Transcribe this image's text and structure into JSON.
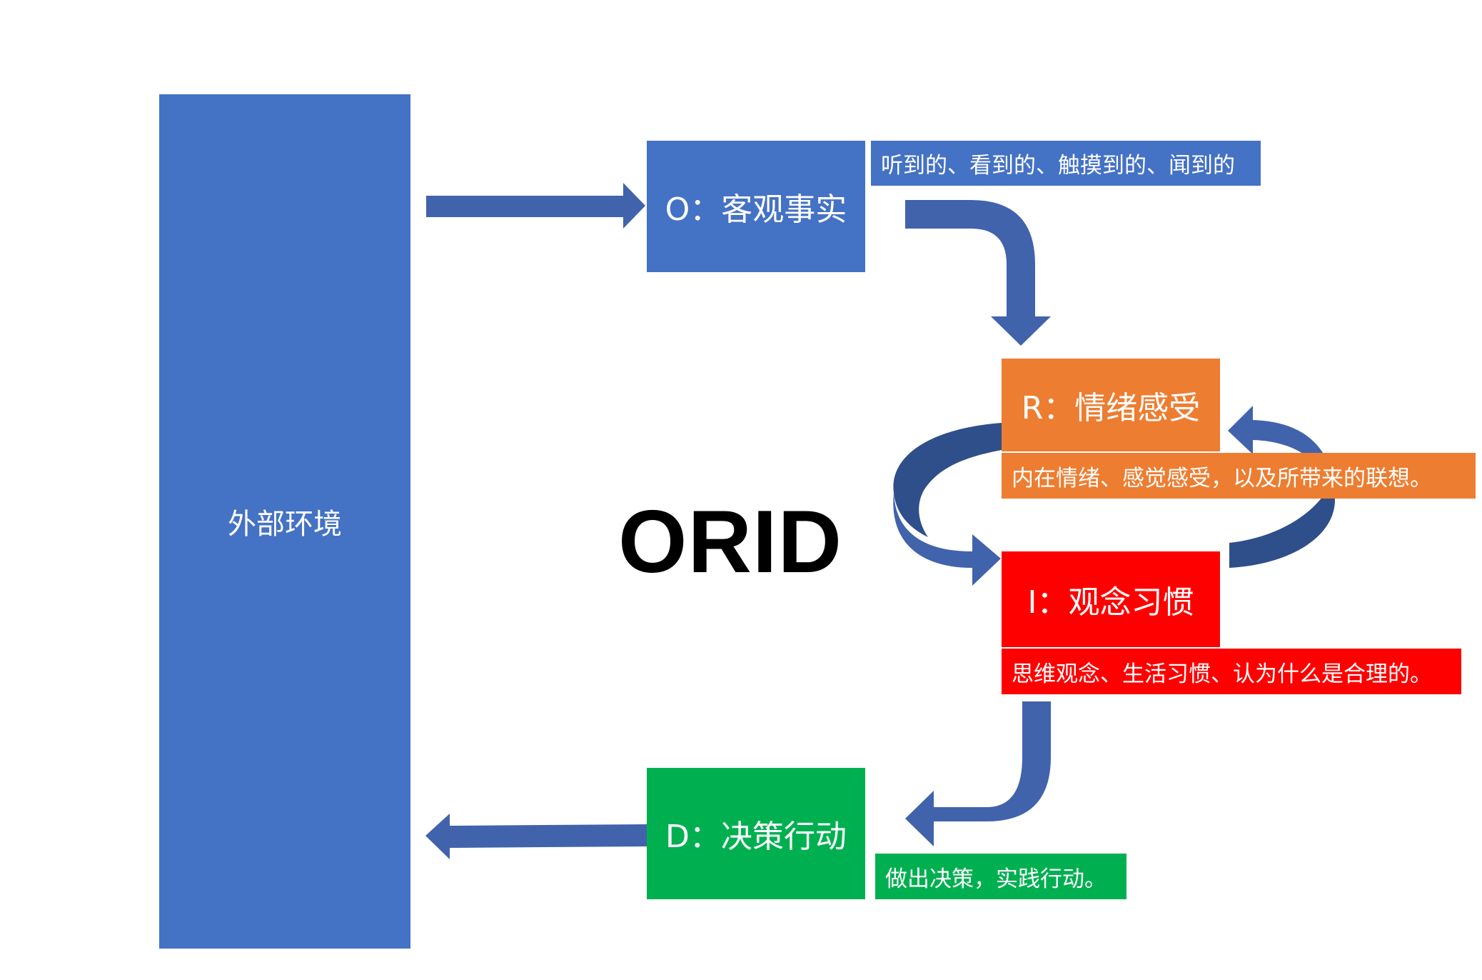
{
  "title": "ORID",
  "environment": {
    "label": "外部环境"
  },
  "steps": {
    "o": {
      "label": "O：客观事实",
      "note": "听到的、看到的、触摸到的、闻到的"
    },
    "r": {
      "label": "R：情绪感受",
      "note": "内在情绪、感觉感受，以及所带来的联想。"
    },
    "i": {
      "label": "I：观念习惯",
      "note": "思维观念、生活习惯、认为什么是合理的。"
    },
    "d": {
      "label": "D：决策行动",
      "note": "做出决策，实践行动。"
    }
  },
  "colors": {
    "blue": "#4472C4",
    "arrow": "#4163AC",
    "arrow_dark": "#2F4F8A",
    "orange": "#ED7D31",
    "red": "#FF0000",
    "green": "#00B050"
  }
}
